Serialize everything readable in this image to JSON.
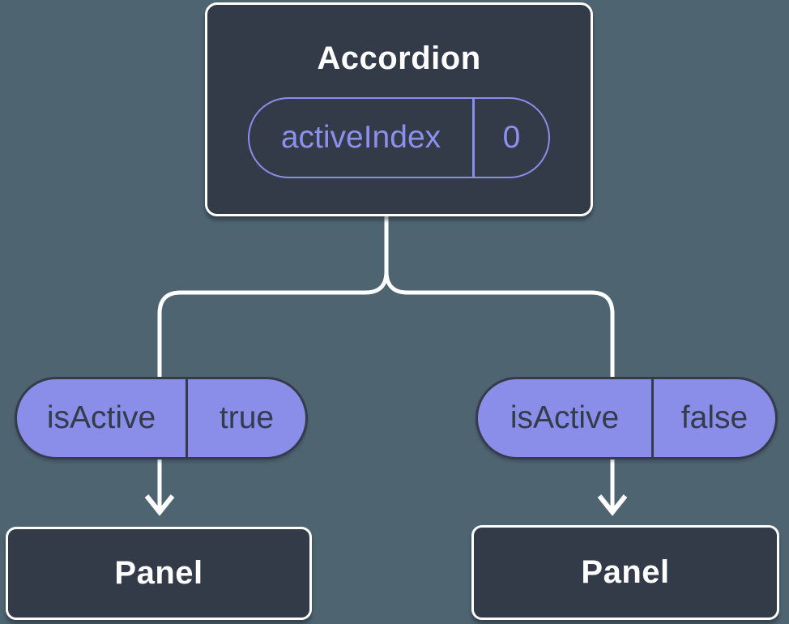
{
  "colors": {
    "background": "#4E6470",
    "node_fill": "#333B49",
    "node_border": "#FFFFFF",
    "title_text": "#FFFFFF",
    "accent": "#8A8EE9",
    "accent_text": "#8C90EC",
    "pill_fill": "#8A8EE9",
    "pill_dark": "#343C4B",
    "connector": "#FFFFFF"
  },
  "tree": {
    "root": {
      "title": "Accordion",
      "state_pill": {
        "label": "activeIndex",
        "value": "0"
      }
    },
    "branches": [
      {
        "prop_pill": {
          "label": "isActive",
          "value": "true"
        },
        "child": {
          "title": "Panel"
        }
      },
      {
        "prop_pill": {
          "label": "isActive",
          "value": "false"
        },
        "child": {
          "title": "Panel"
        }
      }
    ]
  }
}
